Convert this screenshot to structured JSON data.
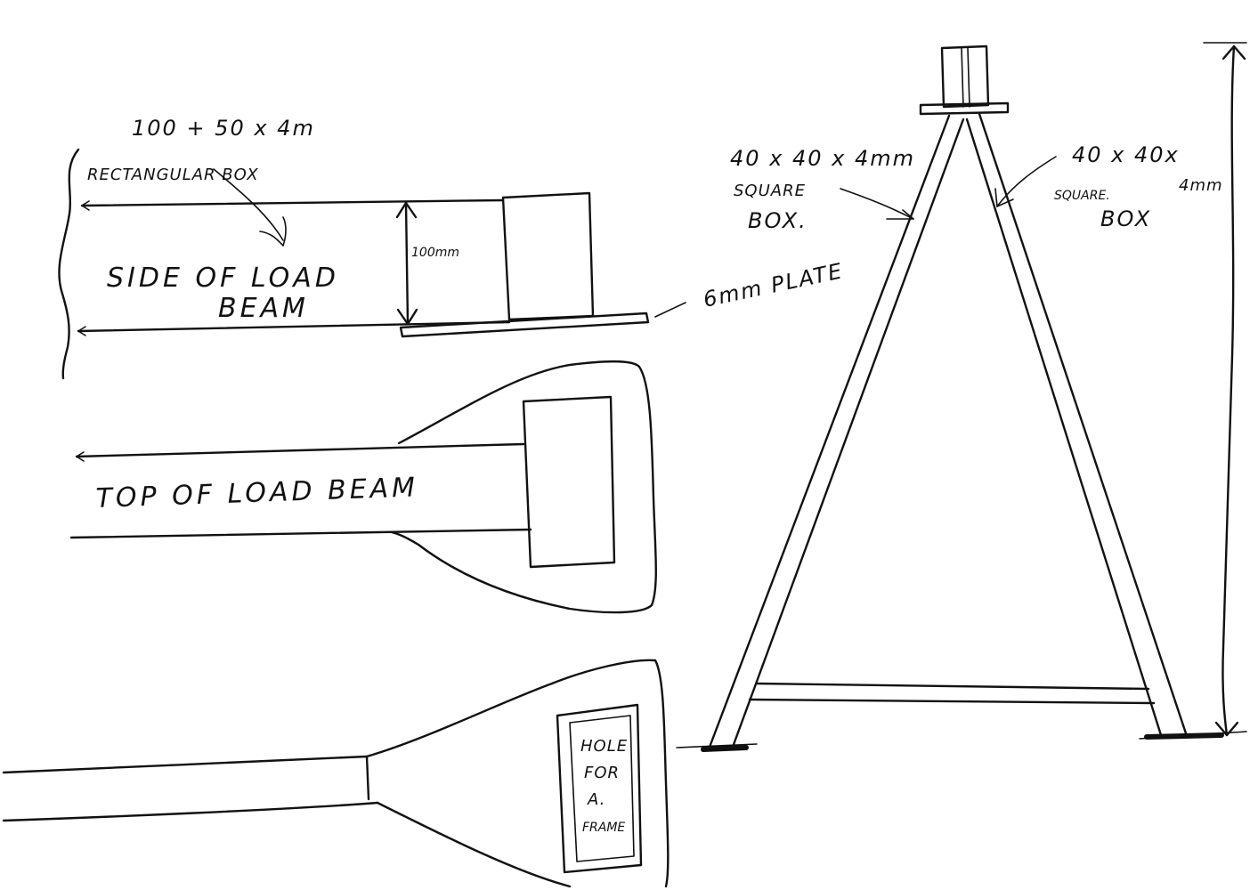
{
  "labels": {
    "box_size": "100 + 50 x 4m",
    "rect_box": "RECTANGULAR BOX",
    "side_line1": "SIDE OF LOAD",
    "side_line2": "BEAM",
    "dim_100": "100mm",
    "plate": "6mm PLATE",
    "top_beam": "TOP OF LOAD BEAM",
    "hole_line1": "HOLE",
    "hole_line2": "FOR",
    "hole_line3": "A.",
    "hole_line4": "FRAME",
    "left_leg_size": "40 x 40 x 4mm",
    "left_leg_type1": "SQUARE",
    "left_leg_type2": "BOX.",
    "right_leg_size": "40 x 40x",
    "right_leg_mm": "4mm",
    "right_leg_type1": "SQUARE.",
    "right_leg_type2": "BOX"
  }
}
